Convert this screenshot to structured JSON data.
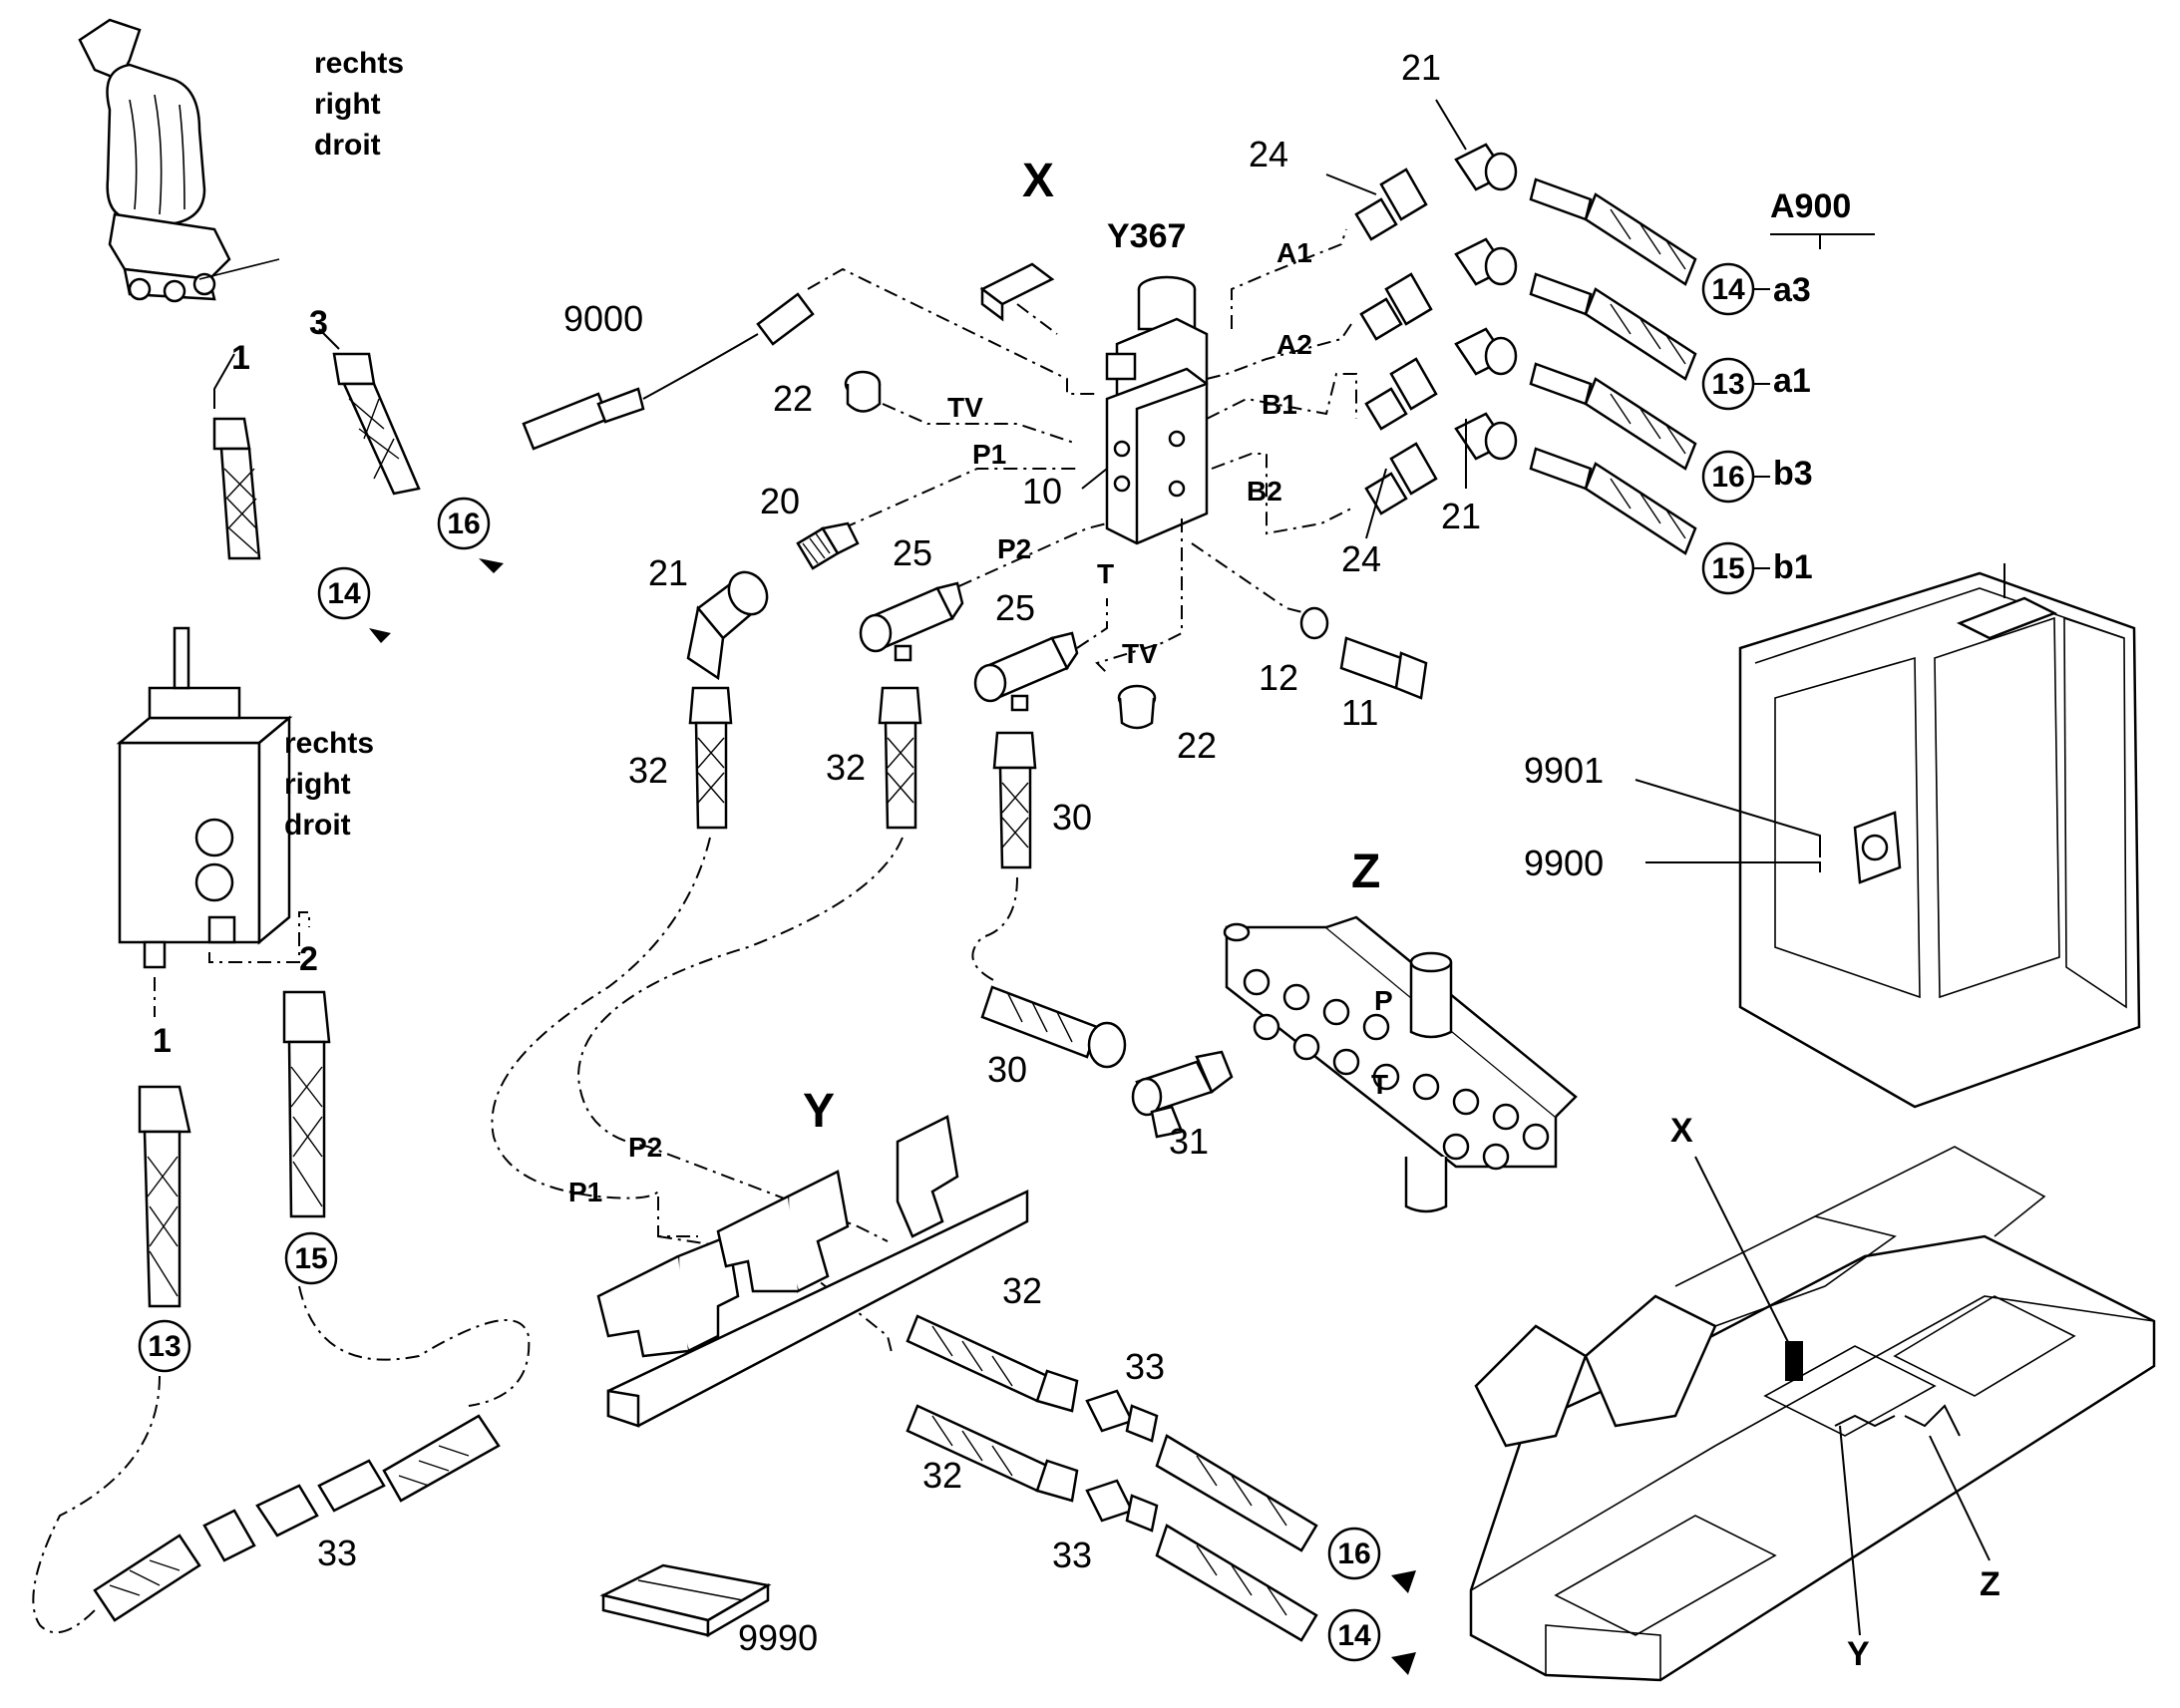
{
  "parts": {
    "p9000": "9000",
    "p22a": "22",
    "p20": "20",
    "p21a": "21",
    "p25a": "25",
    "p25b": "25",
    "p10": "10",
    "p32a": "32",
    "p32b": "32",
    "p30a": "30",
    "p30b": "30",
    "p31": "31",
    "p12": "12",
    "p11": "11",
    "p22b": "22",
    "p24a": "24",
    "p24b": "24",
    "p21b": "21",
    "p21c": "21",
    "p32c": "32",
    "p32d": "32",
    "p33a": "33",
    "p33b": "33",
    "p33c": "33",
    "p9990": "9990",
    "p9901": "9901",
    "p9900": "9900",
    "p1a": "1",
    "p1b": "1",
    "p2": "2",
    "p3": "3"
  },
  "ports": {
    "tv1": "TV",
    "tv2": "TV",
    "p1": "P1",
    "p2": "P2",
    "t": "T",
    "a1": "A1",
    "a2": "A2",
    "b1": "B1",
    "b2": "B2",
    "p1_low": "P1",
    "p2_low": "P2",
    "p_z": "P",
    "t_z": "T"
  },
  "views": {
    "x": "X",
    "y": "Y",
    "z": "Z",
    "x_loc": "X",
    "y_loc": "Y",
    "z_loc": "Z"
  },
  "component": "Y367",
  "connector_block": {
    "title": "A900",
    "pins": [
      "a3",
      "a1",
      "b3",
      "b1"
    ]
  },
  "circles": {
    "c16_top": "16",
    "c14_top": "14",
    "c13_bottom": "13",
    "c15_bottom": "15",
    "c16_bottom": "16",
    "c14_bottom": "14",
    "c14_right": "14",
    "c13_right": "13",
    "c16_right": "16",
    "c15_right": "15"
  },
  "side_labels": {
    "top": [
      "rechts",
      "right",
      "droit"
    ],
    "mid": [
      "rechts",
      "right",
      "droit"
    ]
  }
}
